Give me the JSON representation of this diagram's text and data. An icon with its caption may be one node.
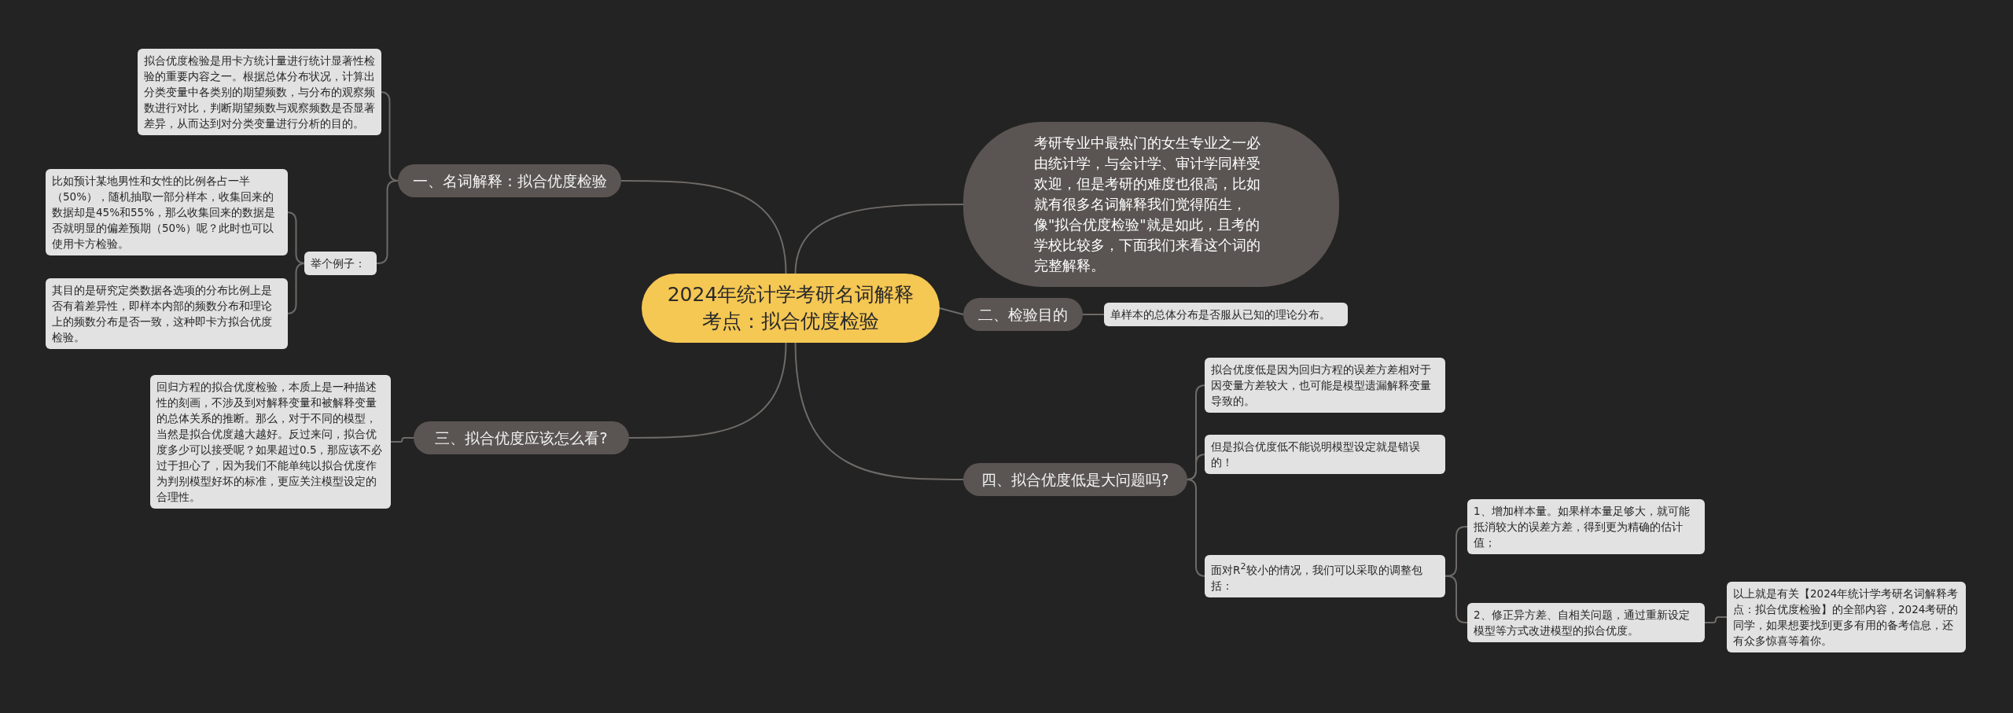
{
  "diagram": {
    "nodes": [
      {
        "text": [
          "2024年统计学考研名词解释考点：拟合优度检验"
        ]
      },
      {
        "text": [
          "一、名词解释：拟合优度检验"
        ]
      },
      {
        "text": [
          "拟合优度检验是用卡方统计量进行统计显著性检验的重要内容之一。根据总体分布状况，计算出分类变量中各类别的期望频数，与分布的观察频数进行对比，判断期望频数与观察频数是否显著差异，从而达到对分类变量进行分析的目的。"
        ]
      },
      {
        "text": [
          "举个例子："
        ]
      },
      {
        "text": [
          "比如预计某地男性和女性的比例各占一半（50%），随机抽取一部分样本，收集回来的数据却是45%和55%，那么收集回来的数据是否就明显的偏差预期（50%）呢？此时也可以使用卡方检验。"
        ]
      },
      {
        "text": [
          "其目的是研究定类数据各选项的分布比例上是否有着差异性，即样本内部的频数分布和理论上的频数分布是否一致，这种即卡方拟合优度检验。"
        ]
      },
      {
        "text": [
          "考研专业中最热门的女生专业之一必由统计学，与会计学、审计学同样受欢迎，但是考研的难度也很高，比如就有很多名词解释我们觉得陌生，像\"拟合优度检验\"就是如此，且考的学校比较多，下面我们来看这个词的完整解释。"
        ]
      },
      {
        "text": [
          "二、检验目的"
        ]
      },
      {
        "text": [
          "单样本的总体分布是否服从已知的理论分布。"
        ]
      },
      {
        "text": [
          "三、拟合优度应该怎么看?"
        ]
      },
      {
        "text": [
          "回归方程的拟合优度检验，本质上是一种描述性的刻画，不涉及到对解释变量和被解释变量的总体关系的推断。那么，对于不同的模型，当然是拟合优度越大越好。反过来问，拟合优度多少可以接受呢？如果超过0.5，那应该不必过于担心了，因为我们不能单纯以拟合优度作为判别模型好坏的标准，更应关注模型设定的合理性。"
        ]
      },
      {
        "text": [
          "四、拟合优度低是大问题吗?"
        ]
      },
      {
        "text": [
          "拟合优度低是因为回归方程的误差方差相对于因变量方差较大，也可能是模型遗漏解释变量导致的。"
        ]
      },
      {
        "text": [
          "但是拟合优度低不能说明模型设定就是错误的！"
        ]
      },
      {
        "text": [
          "面对R$^{2}$较小的情况，我们可以采取的调整包括："
        ]
      },
      {
        "text": [
          "1、增加样本量。如果样本量足够大，就可能抵消较大的误差方差，得到更为精确的估计值；"
        ]
      },
      {
        "text": [
          "2、修正异方差、自相关问题，通过重新设定模型等方式改进模型的拟合优度。"
        ]
      },
      {
        "text": [
          "以上就是有关【2024年统计学考研名词解释考点：拟合优度检验】的全部内容，2024考研的同学，如果想要找到更多有用的备考信息，还有众多惊喜等着你。"
        ]
      }
    ],
    "edges": [
      {
        "from": 0,
        "to": 1,
        "arrow": "none"
      },
      {
        "from": 1,
        "to": 2,
        "arrow": "none"
      },
      {
        "from": 1,
        "to": 3,
        "arrow": "none"
      },
      {
        "from": 3,
        "to": 4,
        "arrow": "none"
      },
      {
        "from": 3,
        "to": 5,
        "arrow": "none"
      },
      {
        "from": 0,
        "to": 6,
        "arrow": "none"
      },
      {
        "from": 0,
        "to": 7,
        "arrow": "none"
      },
      {
        "from": 7,
        "to": 8,
        "arrow": "none"
      },
      {
        "from": 0,
        "to": 9,
        "arrow": "none"
      },
      {
        "from": 9,
        "to": 10,
        "arrow": "none"
      },
      {
        "from": 0,
        "to": 11,
        "arrow": "none"
      },
      {
        "from": 11,
        "to": 12,
        "arrow": "none"
      },
      {
        "from": 11,
        "to": 13,
        "arrow": "none"
      },
      {
        "from": 11,
        "to": 14,
        "arrow": "none"
      },
      {
        "from": 14,
        "to": 15,
        "arrow": "none"
      },
      {
        "from": 14,
        "to": 16,
        "arrow": "none"
      },
      {
        "from": 16,
        "to": 17,
        "arrow": "none"
      }
    ]
  }
}
